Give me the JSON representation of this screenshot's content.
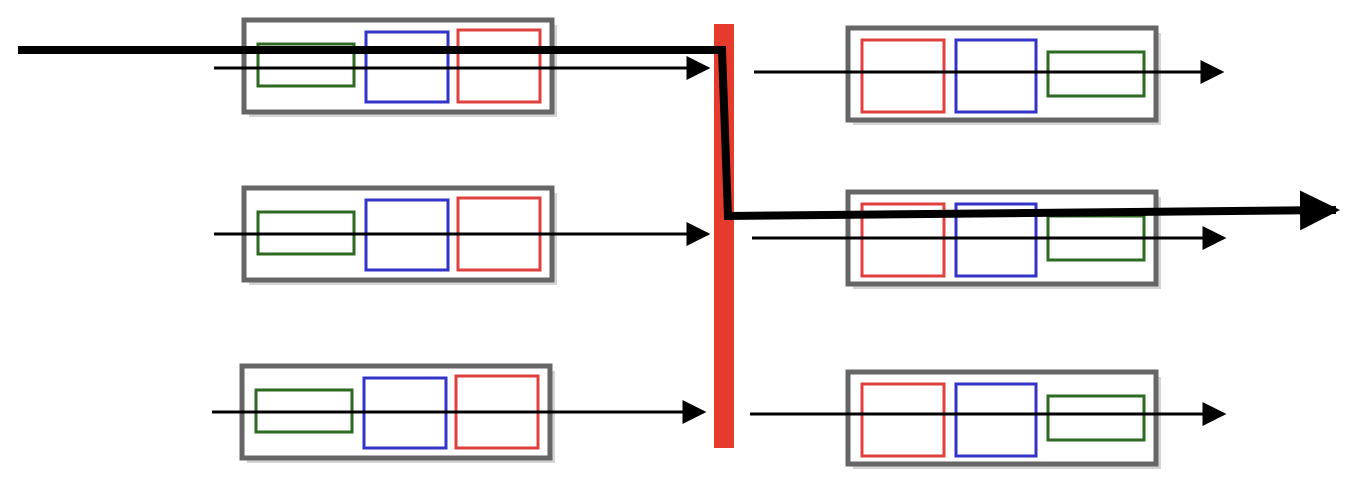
{
  "colors": {
    "background": "#ffffff",
    "card_border": "#666666",
    "card_fill": "#ffffff",
    "card_shadow": "#bdbdbd",
    "green": "#2c6a21",
    "blue": "#3333c8",
    "red": "#e0403d",
    "arrow": "#000000",
    "switch_bar": "#e53a2c",
    "path": "#000000"
  },
  "diagram": {
    "left_cards": [
      {
        "id": "left-card-1",
        "order": [
          "green",
          "blue",
          "red"
        ]
      },
      {
        "id": "left-card-2",
        "order": [
          "green",
          "blue",
          "red"
        ]
      },
      {
        "id": "left-card-3",
        "order": [
          "green",
          "blue",
          "red"
        ]
      }
    ],
    "right_cards": [
      {
        "id": "right-card-1",
        "order": [
          "red",
          "blue",
          "green"
        ]
      },
      {
        "id": "right-card-2",
        "order": [
          "red",
          "blue",
          "green"
        ]
      },
      {
        "id": "right-card-3",
        "order": [
          "red",
          "blue",
          "green"
        ]
      }
    ],
    "switch": {
      "color_name": "red"
    },
    "highlighted_path": {
      "from": "left-card-1",
      "to": "right-card-2"
    }
  }
}
